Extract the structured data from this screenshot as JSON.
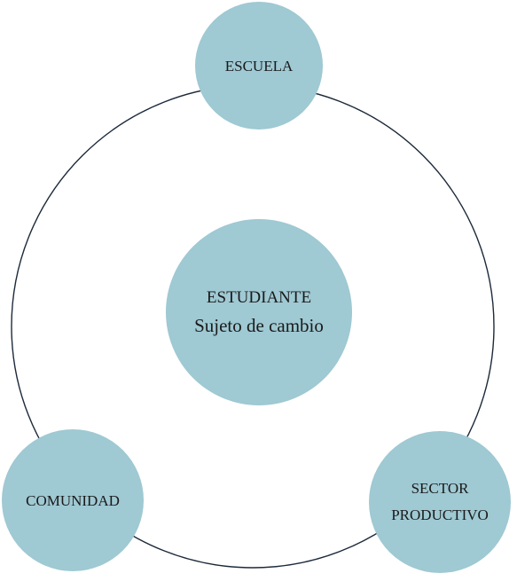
{
  "diagram": {
    "center": {
      "line1": "ESTUDIANTE",
      "line2": "Sujeto de cambio"
    },
    "nodes": {
      "escuela": {
        "label": "ESCUELA"
      },
      "comunidad": {
        "label": "COMUNIDAD"
      },
      "sector": {
        "line1": "SECTOR",
        "line2": "PRODUCTIVO"
      }
    }
  },
  "colors": {
    "node_fill": "#9fc9d3",
    "ring_stroke": "#1c2a3a",
    "text": "#1a1a1a"
  }
}
